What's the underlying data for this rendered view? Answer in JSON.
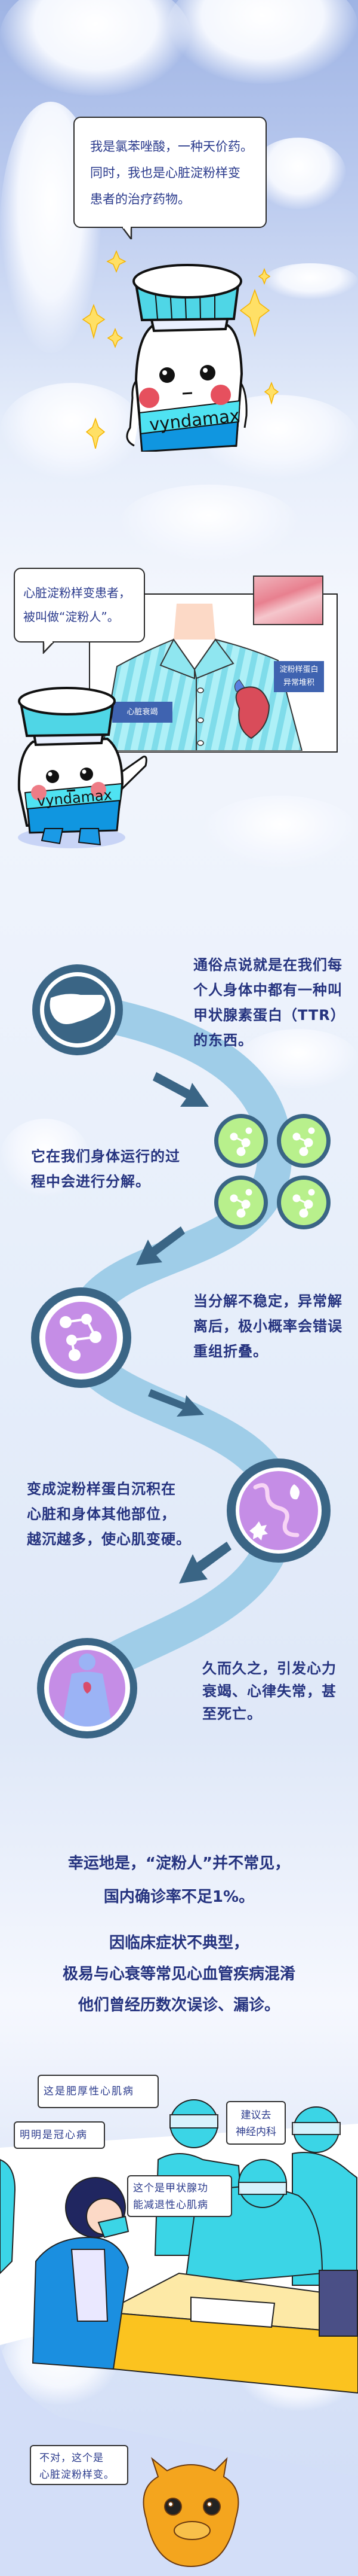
{
  "section1": {
    "speech": [
      "我是氯苯唑酸，一种天价药。",
      "同时，我也是心脏淀粉样变",
      "患者的治疗药物。"
    ],
    "bottle_label": "vyndamax"
  },
  "section2": {
    "speech": [
      "心脏淀粉样变患者，",
      "被叫做“淀粉人”。"
    ],
    "bottle_label": "vyndamax",
    "label_heart_failure": "心脏衰竭",
    "label_amyloid": [
      "淀粉样蛋白",
      "异常堆积"
    ]
  },
  "process": {
    "step1": [
      "通俗点说就是在我们每",
      "个人身体中都有一种叫",
      "甲状腺素蛋白（TTR）",
      "的东西。"
    ],
    "step2": [
      "它在我们身体运行的过",
      "程中会进行分解。"
    ],
    "step3": [
      "当分解不稳定，异常解",
      "离后，极小概率会错误",
      "重组折叠。"
    ],
    "step4": [
      "变成淀粉样蛋白沉积在",
      "心脏和身体其他部位，",
      "越沉越多，使心肌变硬。"
    ],
    "step5": [
      "久而久之，引发心力",
      "衰竭、心律失常，甚",
      "至死亡。"
    ]
  },
  "summary": {
    "para1": [
      "幸运地是，“淀粉人”并不常见，",
      "国内确诊率不足1%。"
    ],
    "para2": [
      "因临床症状不典型，",
      "极易与心衰等常见心血管疾病混淆",
      "他们曾经历数次误诊、漏诊。"
    ]
  },
  "clinic": {
    "bubble_hcm": "这是肥厚性心肌病",
    "bubble_chd": "明明是冠心病",
    "bubble_neuro": [
      "建议去",
      "神经内科"
    ],
    "bubble_thyroid": [
      "这个是甲状腺功",
      "能减退性心肌病"
    ],
    "bubble_dragon": [
      "不对，这个是",
      "心脏淀粉样变。"
    ]
  },
  "colors": {
    "text": "#25337f",
    "path": "#9fcde8",
    "ring": "#3a6585",
    "green": "#b8f08c",
    "purple": "#c58de6",
    "teal": "#3bd5e6",
    "label": "#3f63b0"
  }
}
